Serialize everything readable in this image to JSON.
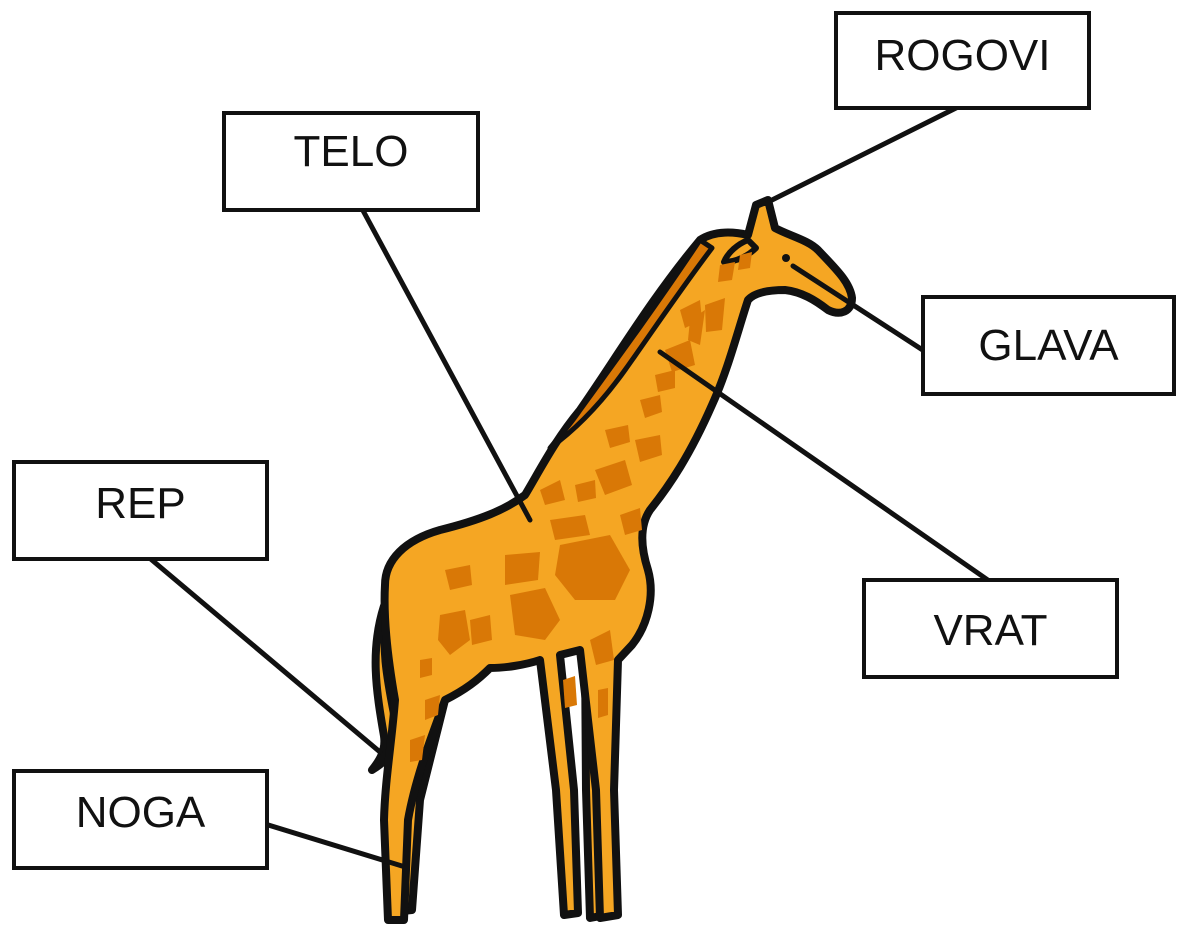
{
  "labels": {
    "rogovi": "ROGOVI",
    "telo": "TELO",
    "glava": "GLAVA",
    "rep": "REP",
    "vrat": "VRAT",
    "noga": "NOGA"
  },
  "colors": {
    "body": "#F5A623",
    "spots": "#D97806",
    "outline": "#111111",
    "leader": "#111111",
    "background": "#FFFFFF"
  }
}
